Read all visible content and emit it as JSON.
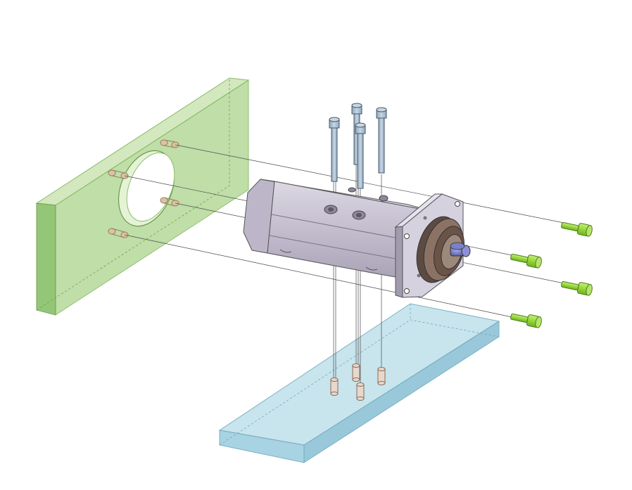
{
  "diagram": {
    "kind": "exploded-assembly",
    "background": "#ffffff",
    "colors": {
      "wall_plate": "#a9cf8e",
      "base_plate": "#a7d3e2",
      "body": "#c9c3d4",
      "bolt": "#a9bfd3",
      "green_screw": "#97d63c",
      "dowel": "#d9c7b8",
      "hub": "#6a6fb5",
      "pulley": "#6c5347",
      "guide_line": "#4a4a4a"
    },
    "parts": [
      "wall-plate",
      "base-plate",
      "motor-body",
      "flange",
      "pulley",
      "shaft-hub",
      "vertical-bolt",
      "horizontal-screw",
      "dowel-pin"
    ]
  }
}
